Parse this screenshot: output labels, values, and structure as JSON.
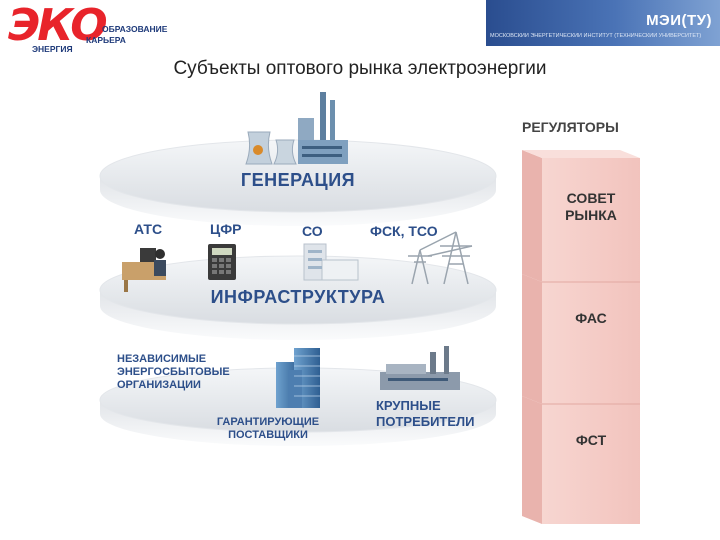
{
  "header": {
    "logo_big": "ЭКО",
    "logo_line1": "ОБРАЗОВАНИЕ",
    "logo_line2": "КАРЬЕРА",
    "logo_line3": "ЭНЕРГИЯ",
    "banner_title": "МЭИ(ТУ)",
    "banner_subtitle": "МОСКОВСКИЙ ЭНЕРГЕТИЧЕСКИЙ ИНСТИТУТ (ТЕХНИЧЕСКИЙ УНИВЕРСИТЕТ)"
  },
  "title": "Субъекты оптового рынка электроэнергии",
  "levels": {
    "generation": "ГЕНЕРАЦИЯ",
    "infrastructure": "ИНФРАСТРУКТУРА"
  },
  "infrastructure_items": {
    "ats": "АТС",
    "cfr": "ЦФР",
    "so": "СО",
    "fsk": "ФСК, ТСО"
  },
  "consumers": {
    "independent": [
      "НЕЗАВИСИМЫЕ",
      "ЭНЕРГОСБЫТОВЫЕ",
      "ОРГАНИЗАЦИИ"
    ],
    "guaranteeing": [
      "ГАРАНТИРУЮЩИЕ",
      "ПОСТАВЩИКИ"
    ],
    "large": [
      "КРУПНЫЕ",
      "ПОТРЕБИТЕЛИ"
    ]
  },
  "regulators": {
    "title": "РЕГУЛЯТОРЫ",
    "blocks": [
      [
        "СОВЕТ",
        "РЫНКА"
      ],
      [
        "ФАС"
      ],
      [
        "ФСТ"
      ]
    ]
  },
  "colors": {
    "brand_red": "#e8242b",
    "label_blue": "#2d4f8a",
    "banner_blue": "#2a4d8f",
    "regulator_pink": "#f6cfca"
  }
}
